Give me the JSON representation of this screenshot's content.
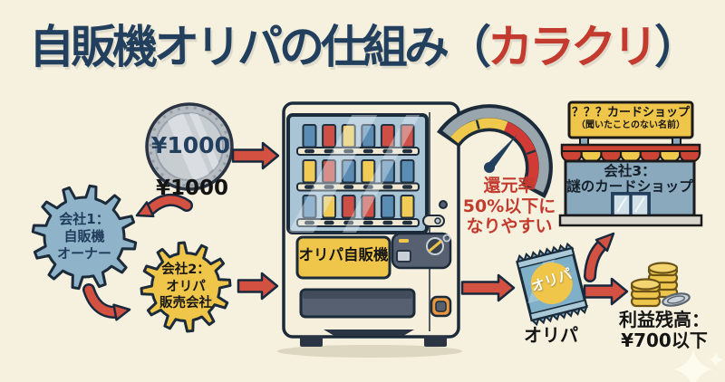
{
  "title": {
    "prefix": "自販機オリパの仕組み（",
    "highlight": "カラクリ",
    "suffix": "）"
  },
  "coin": {
    "face": "¥1000",
    "caption": "¥1000"
  },
  "gears": [
    {
      "lines": [
        "会社1：",
        "自販機",
        "オーナー"
      ]
    },
    {
      "lines": [
        "会社2：",
        "オリパ",
        "販売会社"
      ]
    }
  ],
  "vending_machine": {
    "panel_label": "オリパ自販機",
    "card_rows": [
      [
        "blue",
        "red",
        "yellow",
        "blue",
        "red",
        "red"
      ],
      [
        "yellow",
        "red",
        "blue",
        "yellow",
        "blue",
        "blue"
      ],
      [
        "blue",
        "yellow",
        "red",
        "red",
        "blue",
        "yellow"
      ]
    ]
  },
  "gauge": {
    "caption_lines": [
      "還元率",
      "50%以下に",
      "なりやすい"
    ]
  },
  "shop": {
    "sign_line1": "？？？カードショップ",
    "sign_line2": "（聞いたことのない名前）",
    "label_line1": "会社3：",
    "label_line2": "謎のカードショップ"
  },
  "packet": {
    "label": "オリパ",
    "caption": "オリパ"
  },
  "profit": {
    "line1": "利益残高：",
    "line2": "¥700以下"
  },
  "colors": {
    "background": "#f6f1de",
    "ink": "#1c2b3a",
    "navy": "#22405e",
    "red_text": "#c23b2e",
    "arrow": "#d35141",
    "gear_blue": "#8fb3c9",
    "gear_yellow": "#f0c64a",
    "card_blue": "#5b8db4",
    "card_red": "#cd4f45",
    "card_yellow": "#f0cb56",
    "machine_body": "#f5efdc",
    "glass": "#a9c5d5",
    "panel_gray": "#566070",
    "shop_wall": "#8aa9bd",
    "awning_red": "#cc4434",
    "awning_yellow": "#efc94c",
    "gold": "#eec64e",
    "silver": "#c9d2d8"
  }
}
